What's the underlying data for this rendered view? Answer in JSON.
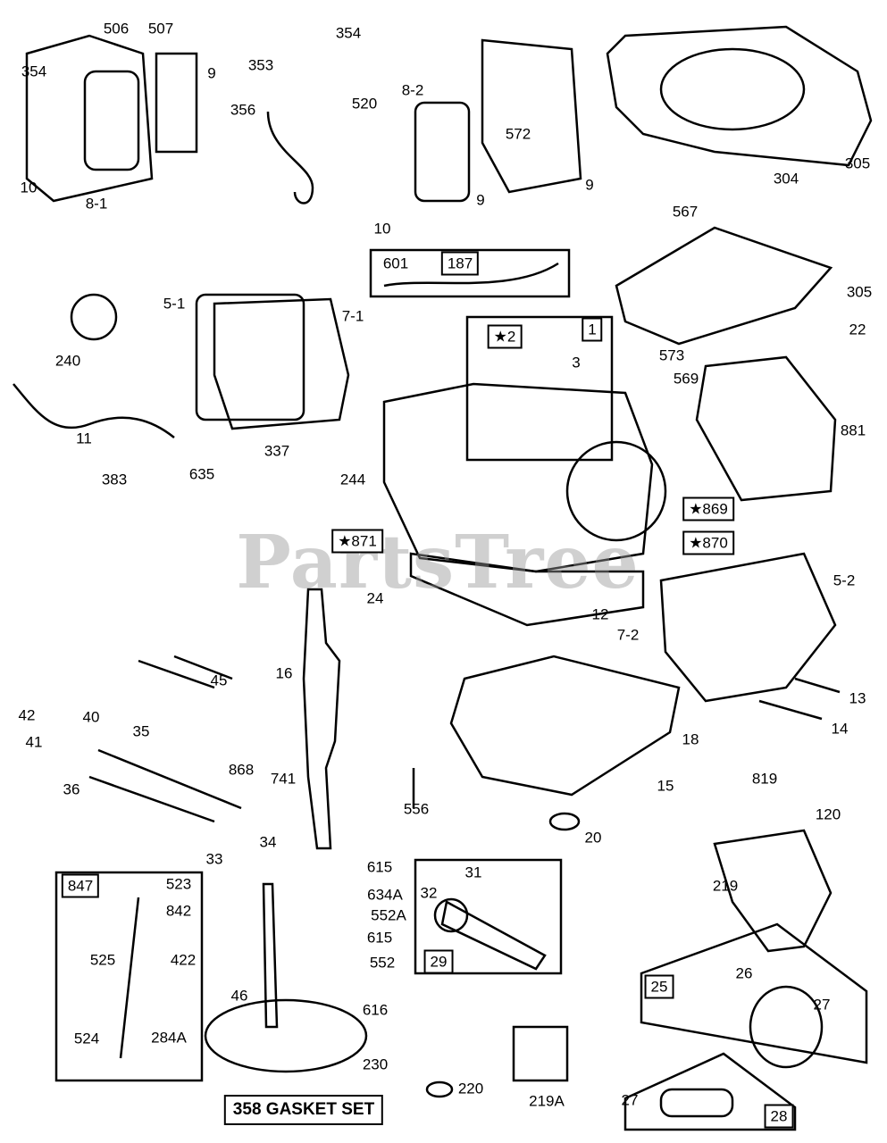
{
  "watermark": "PartsTree",
  "gasket_set": "358 GASKET SET",
  "labels": [
    {
      "id": "506",
      "boxed": false
    },
    {
      "id": "507",
      "boxed": false
    },
    {
      "id": "354",
      "boxed": false
    },
    {
      "id": "354",
      "boxed": false
    },
    {
      "id": "9",
      "boxed": false
    },
    {
      "id": "353",
      "boxed": false
    },
    {
      "id": "8-2",
      "boxed": false
    },
    {
      "id": "356",
      "boxed": false
    },
    {
      "id": "520",
      "boxed": false
    },
    {
      "id": "572",
      "boxed": false
    },
    {
      "id": "305",
      "boxed": false
    },
    {
      "id": "304",
      "boxed": false
    },
    {
      "id": "9",
      "boxed": false
    },
    {
      "id": "9",
      "boxed": false
    },
    {
      "id": "10",
      "boxed": false
    },
    {
      "id": "8-1",
      "boxed": false
    },
    {
      "id": "10",
      "boxed": false
    },
    {
      "id": "567",
      "boxed": false
    },
    {
      "id": "601",
      "boxed": false
    },
    {
      "id": "187",
      "boxed": true
    },
    {
      "id": "305",
      "boxed": false
    },
    {
      "id": "240",
      "boxed": false
    },
    {
      "id": "5-1",
      "boxed": false
    },
    {
      "id": "7-1",
      "boxed": false
    },
    {
      "id": "★2",
      "boxed": true
    },
    {
      "id": "1",
      "boxed": true
    },
    {
      "id": "3",
      "boxed": false
    },
    {
      "id": "573",
      "boxed": false
    },
    {
      "id": "22",
      "boxed": false
    },
    {
      "id": "569",
      "boxed": false
    },
    {
      "id": "881",
      "boxed": false
    },
    {
      "id": "11",
      "boxed": false
    },
    {
      "id": "337",
      "boxed": false
    },
    {
      "id": "244",
      "boxed": false
    },
    {
      "id": "635",
      "boxed": false
    },
    {
      "id": "383",
      "boxed": false
    },
    {
      "id": "★869",
      "boxed": true
    },
    {
      "id": "★871",
      "boxed": true
    },
    {
      "id": "★870",
      "boxed": true
    },
    {
      "id": "24",
      "boxed": false
    },
    {
      "id": "5-2",
      "boxed": false
    },
    {
      "id": "12",
      "boxed": false
    },
    {
      "id": "7-2",
      "boxed": false
    },
    {
      "id": "45",
      "boxed": false
    },
    {
      "id": "16",
      "boxed": false
    },
    {
      "id": "13",
      "boxed": false
    },
    {
      "id": "42",
      "boxed": false
    },
    {
      "id": "40",
      "boxed": false
    },
    {
      "id": "35",
      "boxed": false
    },
    {
      "id": "18",
      "boxed": false
    },
    {
      "id": "14",
      "boxed": false
    },
    {
      "id": "41",
      "boxed": false
    },
    {
      "id": "868",
      "boxed": false
    },
    {
      "id": "36",
      "boxed": false
    },
    {
      "id": "741",
      "boxed": false
    },
    {
      "id": "819",
      "boxed": false
    },
    {
      "id": "15",
      "boxed": false
    },
    {
      "id": "556",
      "boxed": false
    },
    {
      "id": "120",
      "boxed": false
    },
    {
      "id": "20",
      "boxed": false
    },
    {
      "id": "34",
      "boxed": false
    },
    {
      "id": "33",
      "boxed": false
    },
    {
      "id": "615",
      "boxed": false
    },
    {
      "id": "847",
      "boxed": true
    },
    {
      "id": "523",
      "boxed": false
    },
    {
      "id": "31",
      "boxed": false
    },
    {
      "id": "219",
      "boxed": false
    },
    {
      "id": "634A",
      "boxed": false
    },
    {
      "id": "842",
      "boxed": false
    },
    {
      "id": "32",
      "boxed": false
    },
    {
      "id": "552A",
      "boxed": false
    },
    {
      "id": "26",
      "boxed": false
    },
    {
      "id": "25",
      "boxed": true
    },
    {
      "id": "525",
      "boxed": false
    },
    {
      "id": "422",
      "boxed": false
    },
    {
      "id": "615",
      "boxed": false
    },
    {
      "id": "29",
      "boxed": true
    },
    {
      "id": "552",
      "boxed": false
    },
    {
      "id": "27",
      "boxed": false
    },
    {
      "id": "46",
      "boxed": false
    },
    {
      "id": "616",
      "boxed": false
    },
    {
      "id": "524",
      "boxed": false
    },
    {
      "id": "284A",
      "boxed": false
    },
    {
      "id": "230",
      "boxed": false
    },
    {
      "id": "220",
      "boxed": false
    },
    {
      "id": "219A",
      "boxed": false
    },
    {
      "id": "27",
      "boxed": false
    },
    {
      "id": "28",
      "boxed": true
    }
  ]
}
